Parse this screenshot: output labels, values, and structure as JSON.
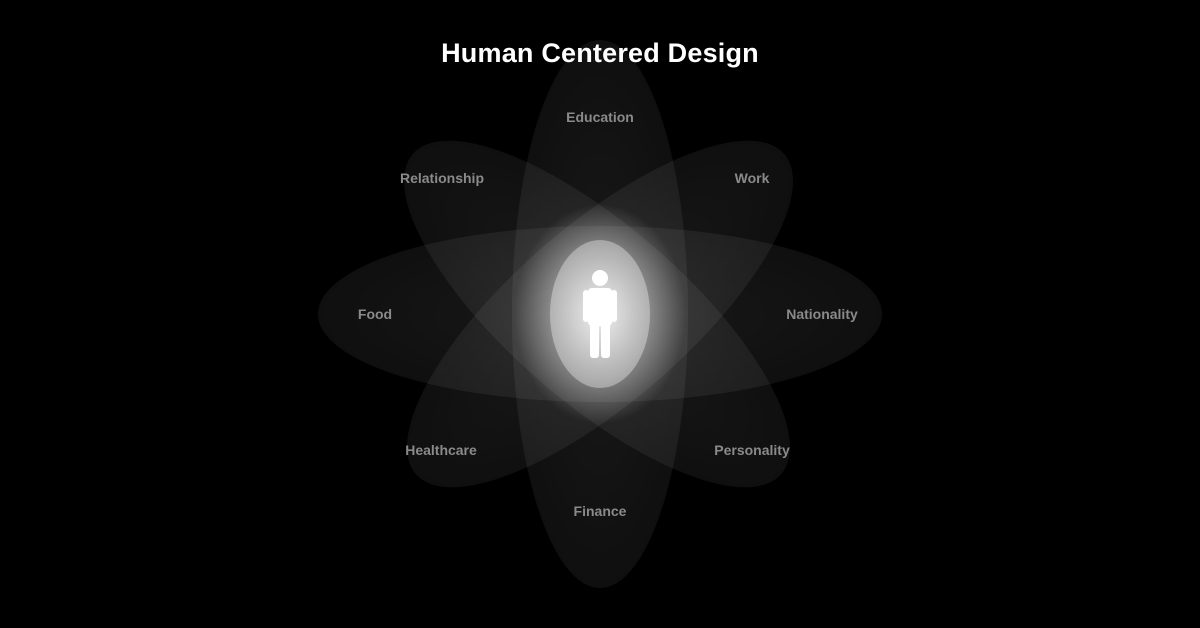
{
  "title": "Human Centered Design",
  "center": {
    "icon": "person-icon"
  },
  "petals": [
    {
      "key": "education",
      "label": "Education"
    },
    {
      "key": "work",
      "label": "Work"
    },
    {
      "key": "nationality",
      "label": "Nationality"
    },
    {
      "key": "personality",
      "label": "Personality"
    },
    {
      "key": "finance",
      "label": "Finance"
    },
    {
      "key": "healthcare",
      "label": "Healthcare"
    },
    {
      "key": "food",
      "label": "Food"
    },
    {
      "key": "relationship",
      "label": "Relationship"
    }
  ],
  "colors": {
    "background": "#000000",
    "title": "#ffffff",
    "label": "#8a8a8a",
    "petal_fill": "#ffffff",
    "center_glow": "#ffffff"
  }
}
